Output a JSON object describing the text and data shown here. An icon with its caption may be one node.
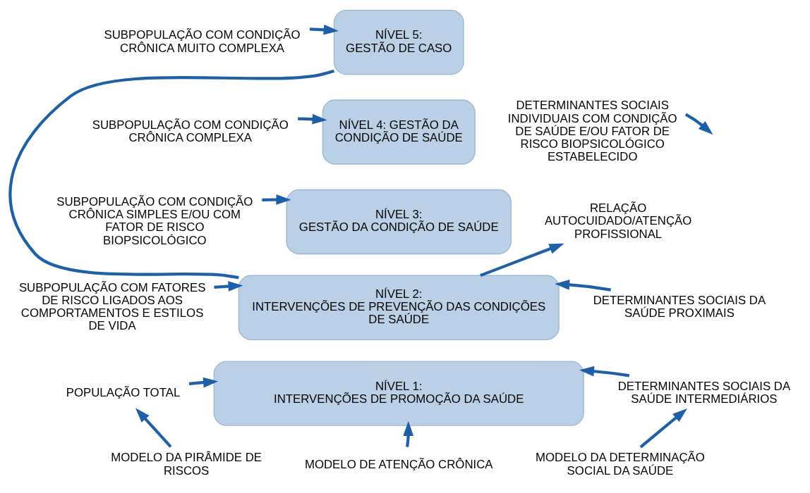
{
  "diagram": {
    "nodes": [
      {
        "text": [
          "SUBPOPULAÇÃO COM CONDIÇÃO CRÔNICA MUITO COMPLEXA"
        ]
      },
      {
        "text": [
          "NÍVEL 5:",
          "GESTÃO DE CASO"
        ]
      },
      {
        "text": [
          "DETERMINANTES SOCIAIS INDIVIDUAIS COM CONDIÇÃO DE SAÚDE E/OU FATOR DE RISCO BIOPSICOLÓGICO ESTABELECIDO"
        ]
      },
      {
        "text": [
          "SUBPOPULAÇÃO COM CONDIÇÃO CRÔNICA COMPLEXA"
        ]
      },
      {
        "text": [
          "NÍVEL 4: GESTÃO DA CONDIÇÃO DE SAÚDE"
        ]
      },
      {
        "text": [
          "SUBPOPULAÇÃO COM CONDIÇÃO CRÔNICA SIMPLES E/OU COM FATOR DE RISCO BIOPSICOLÓGICO"
        ]
      },
      {
        "text": [
          "NÍVEL 3:",
          "GESTÃO DA CONDIÇÃO DE SAÚDE"
        ]
      },
      {
        "text": [
          "RELAÇÃO AUTOCUIDADO/ATENÇÃO PROFISSIONAL"
        ]
      },
      {
        "text": [
          "SUBPOPULAÇÃO COM FATORES DE RISCO LIGADOS AOS COMPORTAMENTOS E ESTILOS DE VIDA"
        ]
      },
      {
        "text": [
          "NÍVEL 2:",
          "INTERVENÇÕES DE PREVENÇÃO DAS CONDIÇÕES DE SAÚDE"
        ]
      },
      {
        "text": [
          "DETERMINANTES SOCIAIS DA SAÚDE PROXIMAIS"
        ]
      },
      {
        "text": [
          "DETERMINANTES SOCIAIS DA SAÚDE INTERMEDIÁRIOS"
        ]
      },
      {
        "text": [
          "POPULAÇÃO TOTAL"
        ]
      },
      {
        "text": [
          "NÍVEL 1:",
          "INTERVENÇÕES DE PROMOÇÃO DA SAÚDE"
        ]
      },
      {
        "text": [
          "MODELO DA PIRÂMIDE DE RISCOS"
        ]
      },
      {
        "text": [
          "MODELO DE ATENÇÃO CRÔNICA"
        ]
      },
      {
        "text": [
          "MODELO DA DETERMINAÇÃO SOCIAL DA SAÚDE"
        ]
      }
    ],
    "edges": [
      {
        "from": 0,
        "to": 1,
        "arrow": "to"
      },
      {
        "from": 3,
        "to": 4,
        "arrow": "to"
      },
      {
        "from": 5,
        "to": 6,
        "arrow": "to"
      },
      {
        "from": 8,
        "to": 9,
        "arrow": "to"
      },
      {
        "from": 12,
        "to": 13,
        "arrow": "to"
      },
      {
        "from": 2,
        "to": null,
        "arrow": "to"
      },
      {
        "from": 1,
        "to": 9,
        "arrow": "none"
      },
      {
        "from": 9,
        "to": 7,
        "arrow": "to"
      },
      {
        "from": 10,
        "to": 9,
        "arrow": "to"
      },
      {
        "from": 11,
        "to": 13,
        "arrow": "to"
      },
      {
        "from": 14,
        "to": 12,
        "arrow": "to"
      },
      {
        "from": 15,
        "to": 13,
        "arrow": "to"
      },
      {
        "from": 16,
        "to": 11,
        "arrow": "to"
      }
    ]
  }
}
